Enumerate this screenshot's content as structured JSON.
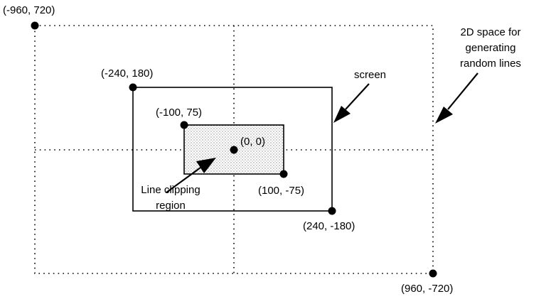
{
  "points": {
    "outer_top_left": "(-960, 720)",
    "outer_bottom_right": "(960, -720)",
    "screen_top_left": "(-240, 180)",
    "screen_bottom_right": "(240, -180)",
    "clip_top_left": "(-100, 75)",
    "clip_bottom_right": "(100, -75)",
    "origin": "(0, 0)"
  },
  "labels": {
    "screen": "screen",
    "space_line1": "2D space for",
    "space_line2": "generating",
    "space_line3": "random lines",
    "clip_line1": "Line clipping",
    "clip_line2": "region"
  },
  "regions": [
    {
      "name": "2D space for generating random lines",
      "x_range": [
        -960,
        960
      ],
      "y_range": [
        -720,
        720
      ],
      "border": "dotted"
    },
    {
      "name": "screen",
      "x_range": [
        -240,
        240
      ],
      "y_range": [
        -180,
        180
      ],
      "border": "solid"
    },
    {
      "name": "Line clipping region",
      "x_range": [
        -100,
        100
      ],
      "y_range": [
        -75,
        75
      ],
      "border": "solid",
      "fill": "stippled"
    }
  ]
}
